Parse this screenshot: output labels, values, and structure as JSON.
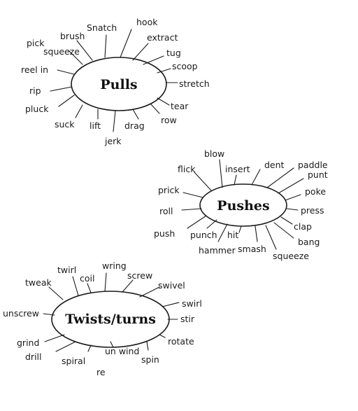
{
  "maps": [
    {
      "id": "pulls",
      "hub": "Pulls",
      "words": [
        "Snatch",
        "hook",
        "extract",
        "tug",
        "scoop",
        "stretch",
        "tear",
        "row",
        "drag",
        "jerk",
        "lift",
        "suck",
        "pluck",
        "rip",
        "reel in",
        "pick",
        "squeeze",
        "brush"
      ]
    },
    {
      "id": "pushes",
      "hub": "Pushes",
      "words": [
        "blow",
        "insert",
        "dent",
        "paddle",
        "punt",
        "poke",
        "press",
        "clap",
        "bang",
        "squeeze",
        "smash",
        "hit",
        "hammer",
        "punch",
        "push",
        "roll",
        "prick",
        "flick"
      ]
    },
    {
      "id": "twists",
      "hub": "Twists/turns",
      "words": [
        "twirl",
        "coil",
        "wring",
        "screw",
        "swivel",
        "swirl",
        "stir",
        "rotate",
        "spin",
        "un wind",
        "re",
        "spiral",
        "drill",
        "grind",
        "unscrew",
        "tweak"
      ]
    }
  ]
}
